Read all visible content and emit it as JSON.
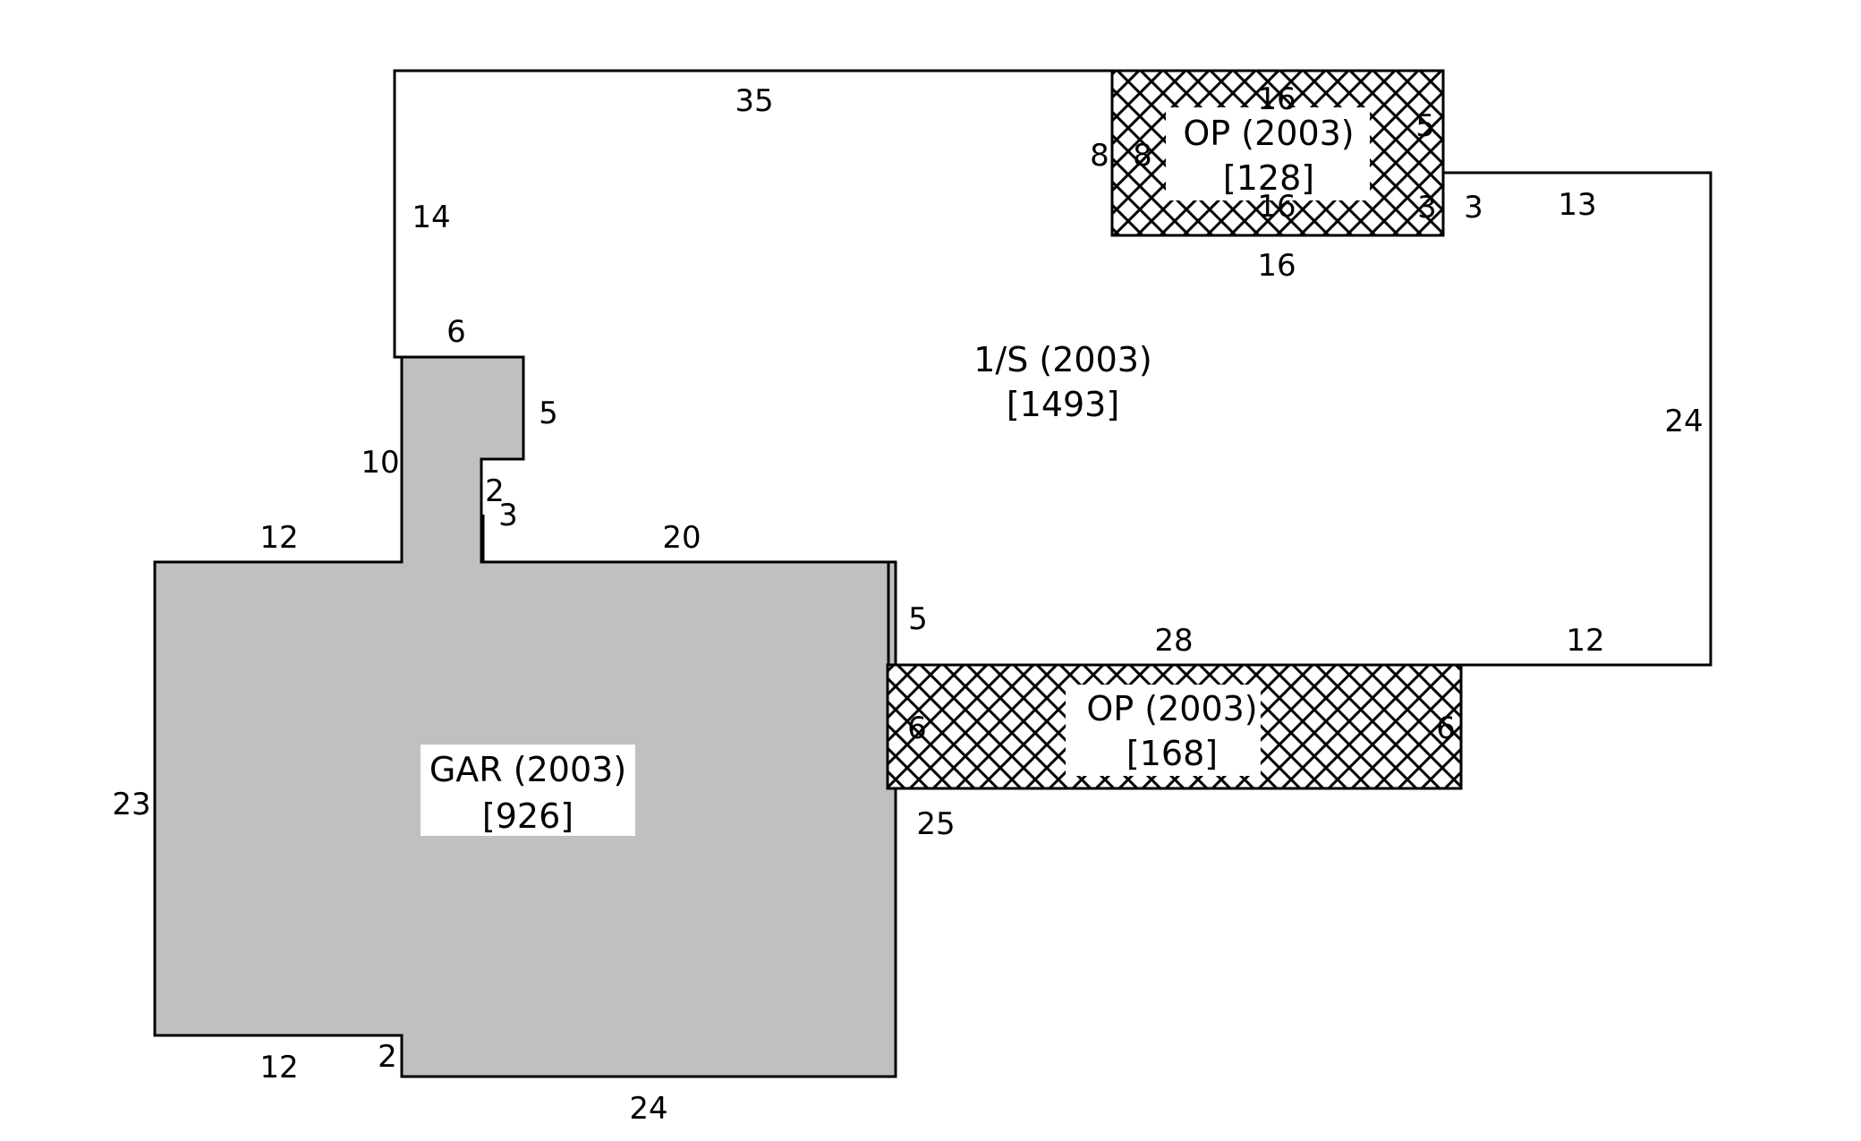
{
  "sketch": {
    "areas": {
      "living": {
        "label": "1/S  (2003)",
        "sqft": "[1493]"
      },
      "garage": {
        "label": "GAR (2003)",
        "sqft": "[926]"
      },
      "porch_top": {
        "label": "OP  (2003)",
        "sqft": "[128]"
      },
      "porch_bottom": {
        "label": "OP  (2003)",
        "sqft": "[168]"
      }
    },
    "dimensions": {
      "top_35": "35",
      "left_14": "14",
      "notch_6": "6",
      "notch_5": "5",
      "garage_10": "10",
      "notch_2": "2",
      "notch_3": "3",
      "garage_top_12": "12",
      "garage_top_20": "20",
      "garage_right_5": "5",
      "bottom_28": "28",
      "bottom_12": "12",
      "right_24": "24",
      "right_13": "13",
      "right_3": "3",
      "porch_top_16_top": "16",
      "porch_top_16_inner": "16",
      "porch_top_16_bottom": "16",
      "porch_top_8_outer": "8",
      "porch_top_8_inner": "8",
      "porch_top_5": "5",
      "porch_top_3": "3",
      "porch_bot_6_left": "6",
      "porch_bot_6_right": "6",
      "porch_bot_25": "25",
      "garage_left_23": "23",
      "garage_bot_12": "12",
      "garage_bot_2": "2",
      "garage_bot_24": "24"
    }
  }
}
